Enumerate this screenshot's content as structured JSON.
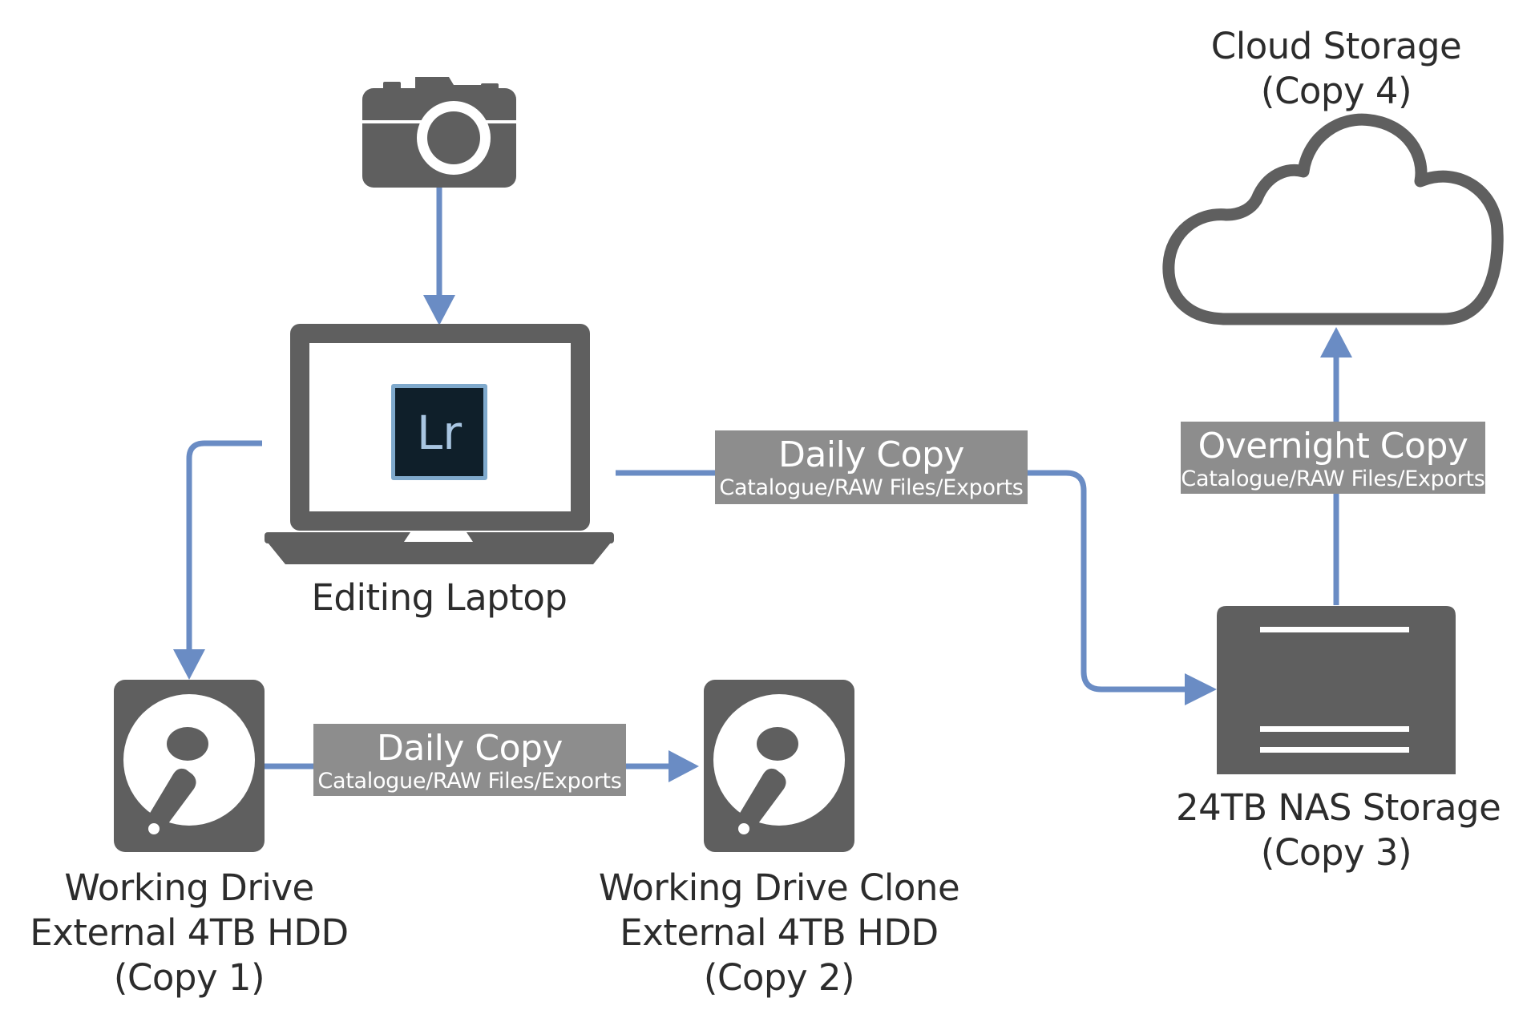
{
  "colors": {
    "icon": "#5f5f5f",
    "arrow": "#6a8cc4",
    "label_box": "#8d8d8d",
    "lr_bg": "#0f1f2a",
    "lr_border": "#7fa9cc",
    "lr_text": "#a9c6e2",
    "text": "#2c2c2c"
  },
  "icons": {
    "camera": "camera-icon",
    "laptop": "laptop-icon",
    "lightroom": "lightroom-icon",
    "working_drive": "hard-drive-icon",
    "clone_drive": "hard-drive-icon",
    "nas": "nas-storage-icon",
    "cloud": "cloud-icon"
  },
  "lightroom_logo_text": "Lr",
  "nodes": {
    "laptop": {
      "lines": [
        "Editing Laptop"
      ]
    },
    "working_drive": {
      "lines": [
        "Working Drive",
        "External 4TB HDD",
        "(Copy 1)"
      ]
    },
    "clone_drive": {
      "lines": [
        "Working Drive Clone",
        "External 4TB HDD",
        "(Copy 2)"
      ]
    },
    "nas": {
      "lines": [
        "24TB NAS Storage",
        "(Copy 3)"
      ]
    },
    "cloud": {
      "lines": [
        "Cloud Storage",
        "(Copy 4)"
      ]
    }
  },
  "edges": {
    "laptop_to_nas": {
      "title": "Daily Copy",
      "subtitle": "Catalogue/RAW Files/Exports"
    },
    "drive_to_clone": {
      "title": "Daily Copy",
      "subtitle": "Catalogue/RAW Files/Exports"
    },
    "nas_to_cloud": {
      "title": "Overnight Copy",
      "subtitle": "Catalogue/RAW Files/Exports"
    }
  }
}
